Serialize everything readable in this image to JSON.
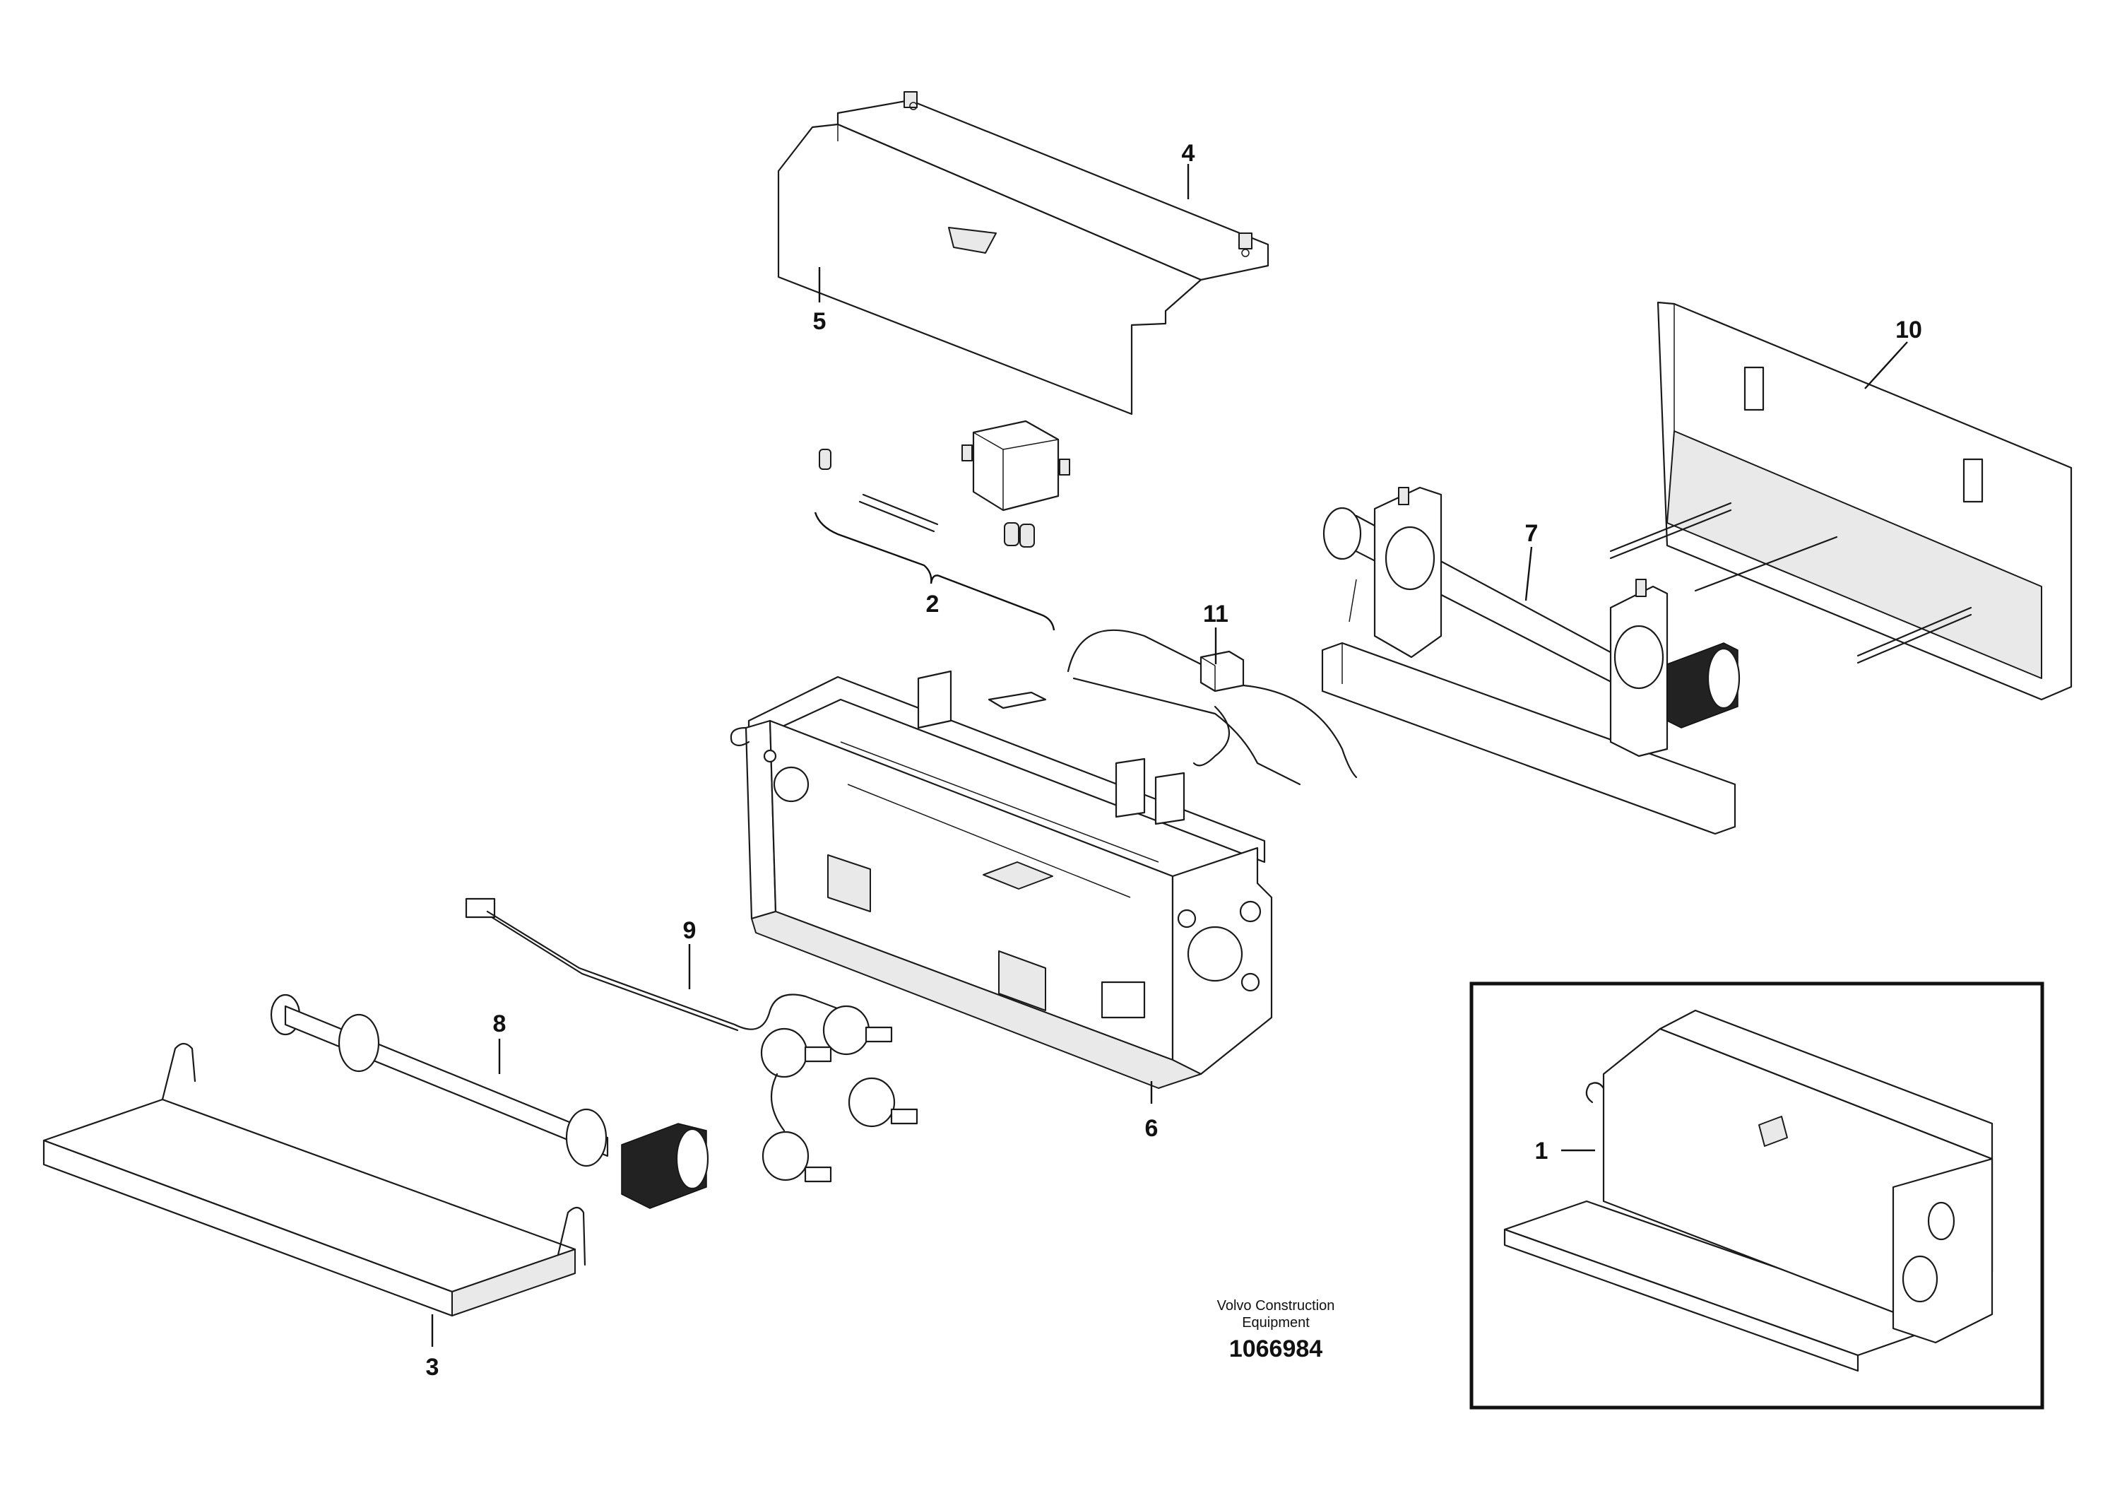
{
  "callouts": {
    "c1": "1",
    "c2": "2",
    "c3": "3",
    "c4": "4",
    "c5": "5",
    "c6": "6",
    "c7": "7",
    "c8": "8",
    "c9": "9",
    "c10": "10",
    "c11": "11"
  },
  "credit": {
    "line1": "Volvo Construction",
    "line2": "Equipment",
    "number": "1066984"
  }
}
